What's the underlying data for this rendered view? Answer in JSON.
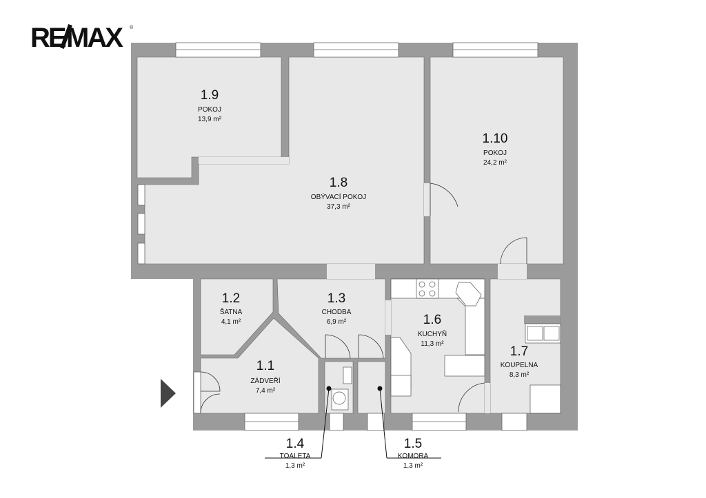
{
  "logo": {
    "text": "RE/MAX",
    "mark": "®"
  },
  "colors": {
    "wall": "#9b9b9b",
    "room": "#e8e8e8",
    "window": "#ffffff",
    "text": "#111111"
  },
  "rooms": [
    {
      "id": "1.1",
      "name": "ZÁDVEŘÍ",
      "area": "7,4 m²"
    },
    {
      "id": "1.2",
      "name": "ŠATNA",
      "area": "4,1 m²"
    },
    {
      "id": "1.3",
      "name": "CHODBA",
      "area": "6,9 m²"
    },
    {
      "id": "1.4",
      "name": "TOALETA",
      "area": "1,3 m²"
    },
    {
      "id": "1.5",
      "name": "KOMORA",
      "area": "1,3 m²"
    },
    {
      "id": "1.6",
      "name": "KUCHYŇ",
      "area": "11,3 m²"
    },
    {
      "id": "1.7",
      "name": "KOUPELNA",
      "area": "8,3 m²"
    },
    {
      "id": "1.8",
      "name": "OBÝVACÍ POKOJ",
      "area": "37,3 m²"
    },
    {
      "id": "1.9",
      "name": "POKOJ",
      "area": "13,9 m²"
    },
    {
      "id": "1.10",
      "name": "POKOJ",
      "area": "24,2 m²"
    }
  ]
}
